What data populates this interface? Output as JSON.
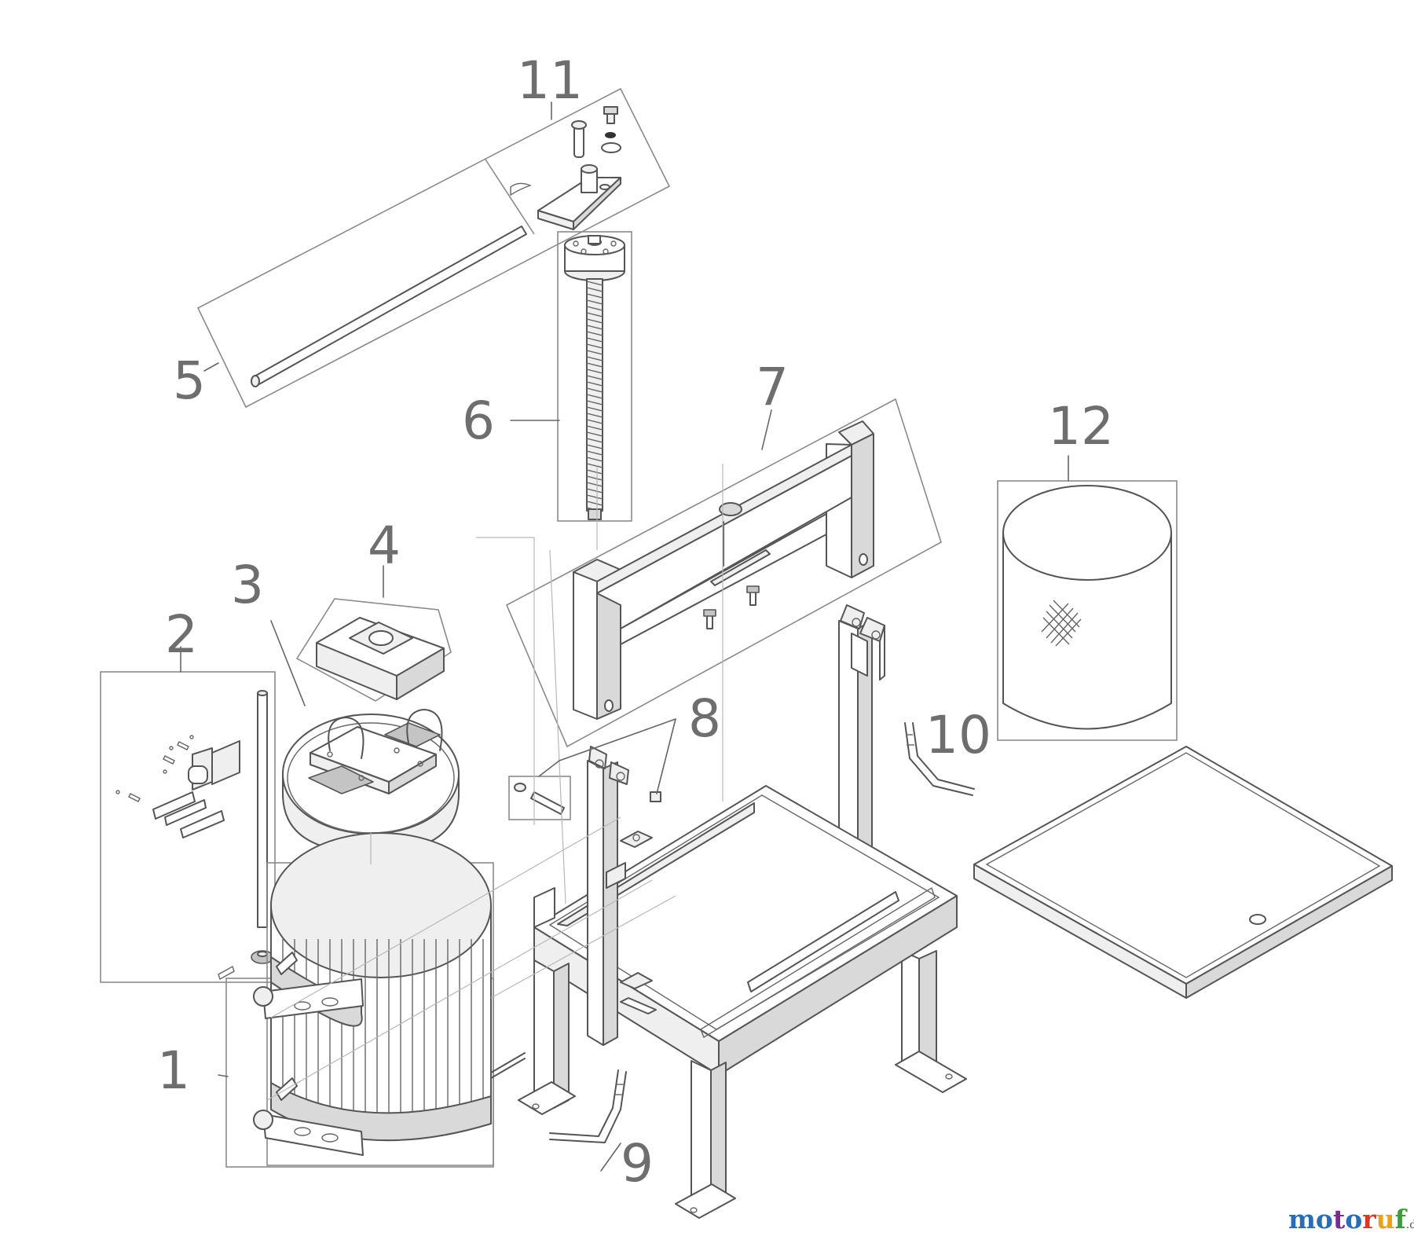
{
  "callouts": [
    {
      "id": "1",
      "label": "1"
    },
    {
      "id": "2",
      "label": "2"
    },
    {
      "id": "3",
      "label": "3"
    },
    {
      "id": "4",
      "label": "4"
    },
    {
      "id": "5",
      "label": "5"
    },
    {
      "id": "6",
      "label": "6"
    },
    {
      "id": "7",
      "label": "7"
    },
    {
      "id": "8",
      "label": "8"
    },
    {
      "id": "9",
      "label": "9"
    },
    {
      "id": "10",
      "label": "10"
    },
    {
      "id": "11",
      "label": "11"
    },
    {
      "id": "12",
      "label": "12"
    }
  ],
  "watermark": {
    "text": "motoruf",
    "tld": ".de",
    "letter_colors": [
      "#2a6db3",
      "#2a6db3",
      "#7a2a8e",
      "#2a6db3",
      "#d63a2a",
      "#e8a317",
      "#3e9b3e"
    ]
  },
  "colors": {
    "line": "#555555",
    "label": "#6e6e6e",
    "background": "#ffffff"
  }
}
